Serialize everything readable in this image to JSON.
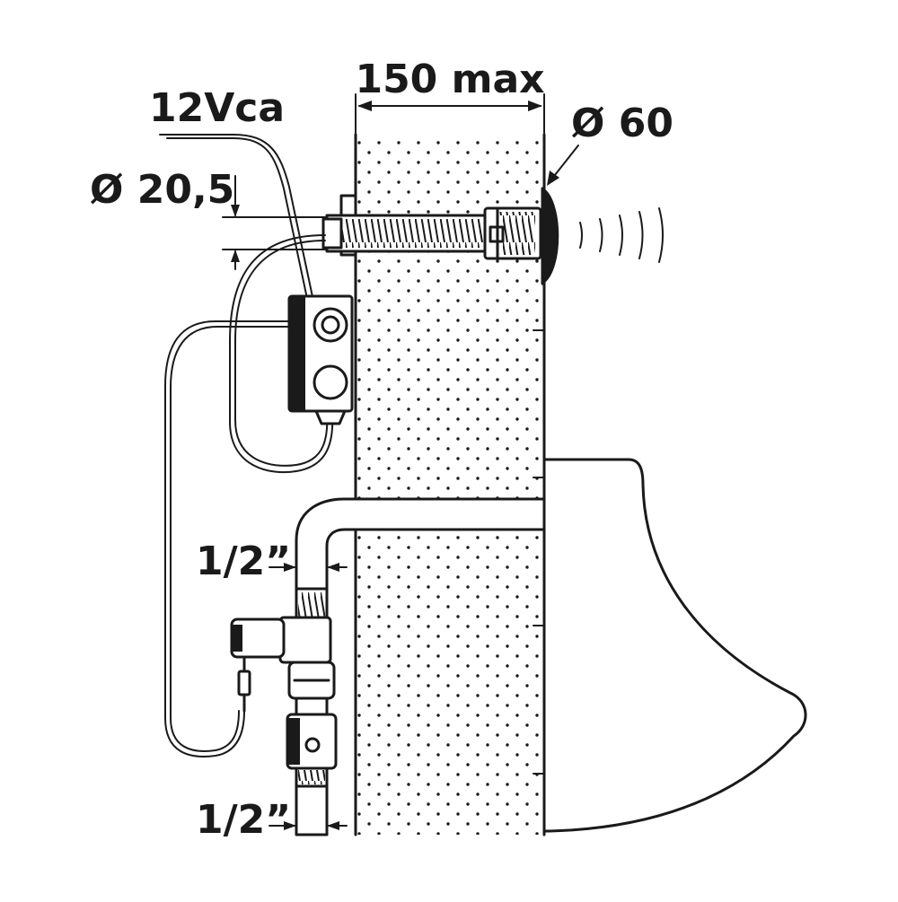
{
  "labels": {
    "wall_thickness": "150 max",
    "supply_voltage": "12Vca",
    "sensor_diameter": "Ø 60",
    "tube_diameter": "Ø 20,5",
    "inlet_size": "1/2”",
    "outlet_size": "1/2”"
  },
  "colors": {
    "ink": "#1a1a1a",
    "background": "#ffffff"
  }
}
